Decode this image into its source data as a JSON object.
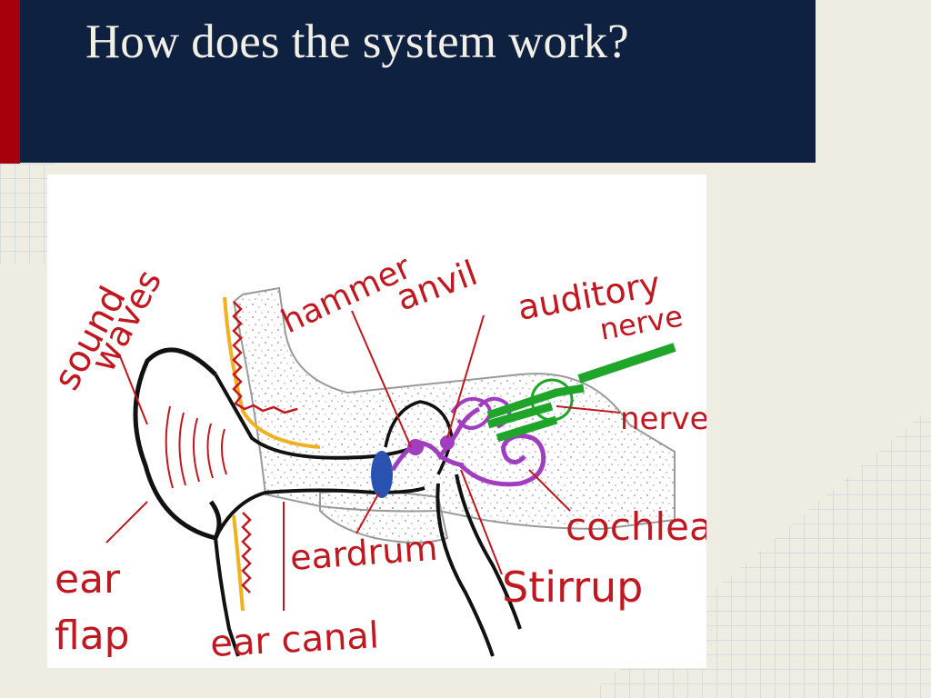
{
  "slide": {
    "title": "How does the system work?"
  },
  "diagram": {
    "labels": {
      "sound_waves_1": "sound",
      "sound_waves_2": "waves",
      "hammer": "hammer",
      "anvil": "anvil",
      "auditory_nerve_1": "auditory",
      "auditory_nerve_2": "nerve",
      "nerves": "nerves",
      "cochlea": "cochlea",
      "stirrup": "Stirrup",
      "eardrum": "eardrum",
      "ear_flap_1": "ear",
      "ear_flap_2": "flap",
      "ear_canal": "ear canal"
    },
    "colors": {
      "label": "#c01820",
      "outline": "#111111",
      "ossicles": "#a03ec0",
      "nerve": "#1fa52a",
      "eardrum": "#2a52b0",
      "canal_yellow": "#f0b020",
      "speckle": "#8a8a8a"
    }
  }
}
